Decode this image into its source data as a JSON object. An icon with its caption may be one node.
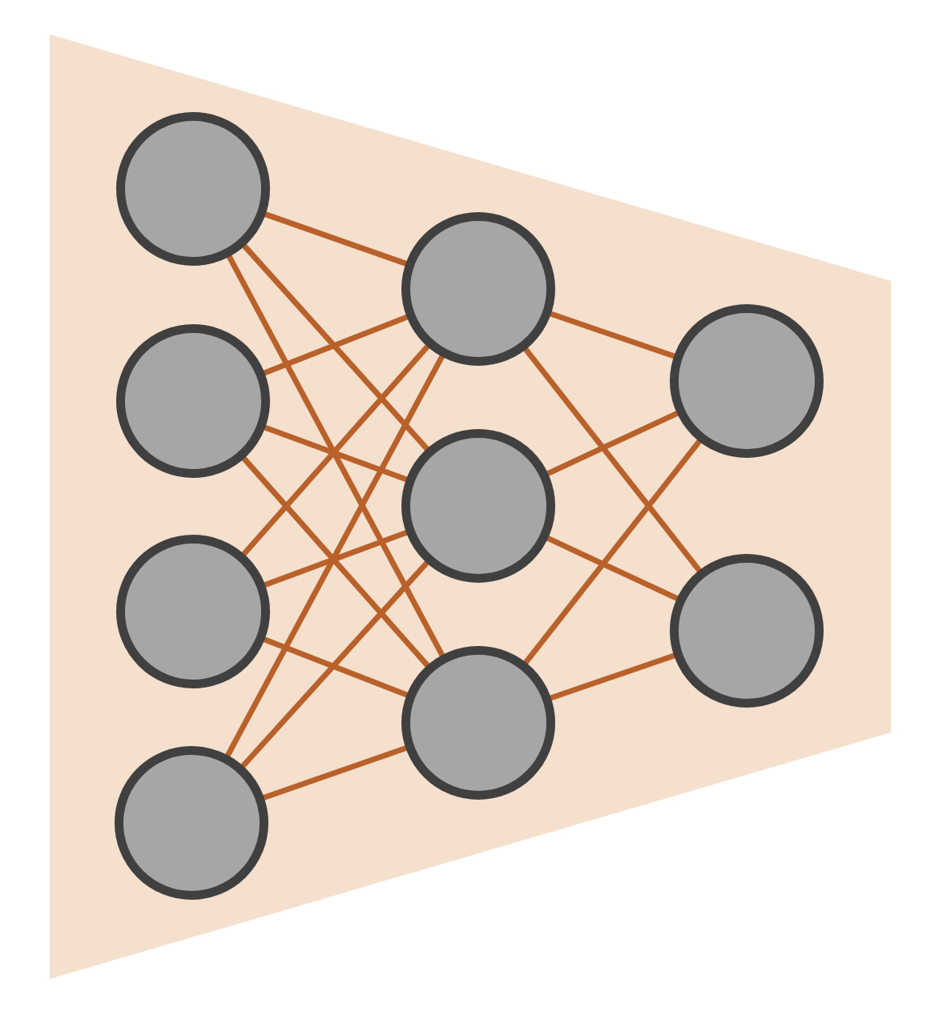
{
  "diagram": {
    "nodes": [
      {
        "text": [],
        "shape": "circle"
      },
      {
        "text": [],
        "shape": "circle"
      },
      {
        "text": [],
        "shape": "circle"
      },
      {
        "text": [],
        "shape": "circle"
      },
      {
        "text": [],
        "shape": "circle"
      },
      {
        "text": [],
        "shape": "circle"
      },
      {
        "text": [],
        "shape": "circle"
      },
      {
        "text": [],
        "shape": "circle"
      },
      {
        "text": [],
        "shape": "circle"
      }
    ],
    "edges": [
      {
        "from": 0,
        "to": 4,
        "arrow": "none"
      },
      {
        "from": 0,
        "to": 5,
        "arrow": "none"
      },
      {
        "from": 0,
        "to": 6,
        "arrow": "none"
      },
      {
        "from": 1,
        "to": 4,
        "arrow": "none"
      },
      {
        "from": 1,
        "to": 5,
        "arrow": "none"
      },
      {
        "from": 1,
        "to": 6,
        "arrow": "none"
      },
      {
        "from": 2,
        "to": 4,
        "arrow": "none"
      },
      {
        "from": 2,
        "to": 5,
        "arrow": "none"
      },
      {
        "from": 2,
        "to": 6,
        "arrow": "none"
      },
      {
        "from": 3,
        "to": 4,
        "arrow": "none"
      },
      {
        "from": 3,
        "to": 5,
        "arrow": "none"
      },
      {
        "from": 3,
        "to": 6,
        "arrow": "none"
      },
      {
        "from": 4,
        "to": 7,
        "arrow": "none"
      },
      {
        "from": 4,
        "to": 8,
        "arrow": "none"
      },
      {
        "from": 5,
        "to": 7,
        "arrow": "none"
      },
      {
        "from": 5,
        "to": 8,
        "arrow": "none"
      },
      {
        "from": 6,
        "to": 7,
        "arrow": "none"
      },
      {
        "from": 6,
        "to": 8,
        "arrow": "none"
      }
    ]
  }
}
